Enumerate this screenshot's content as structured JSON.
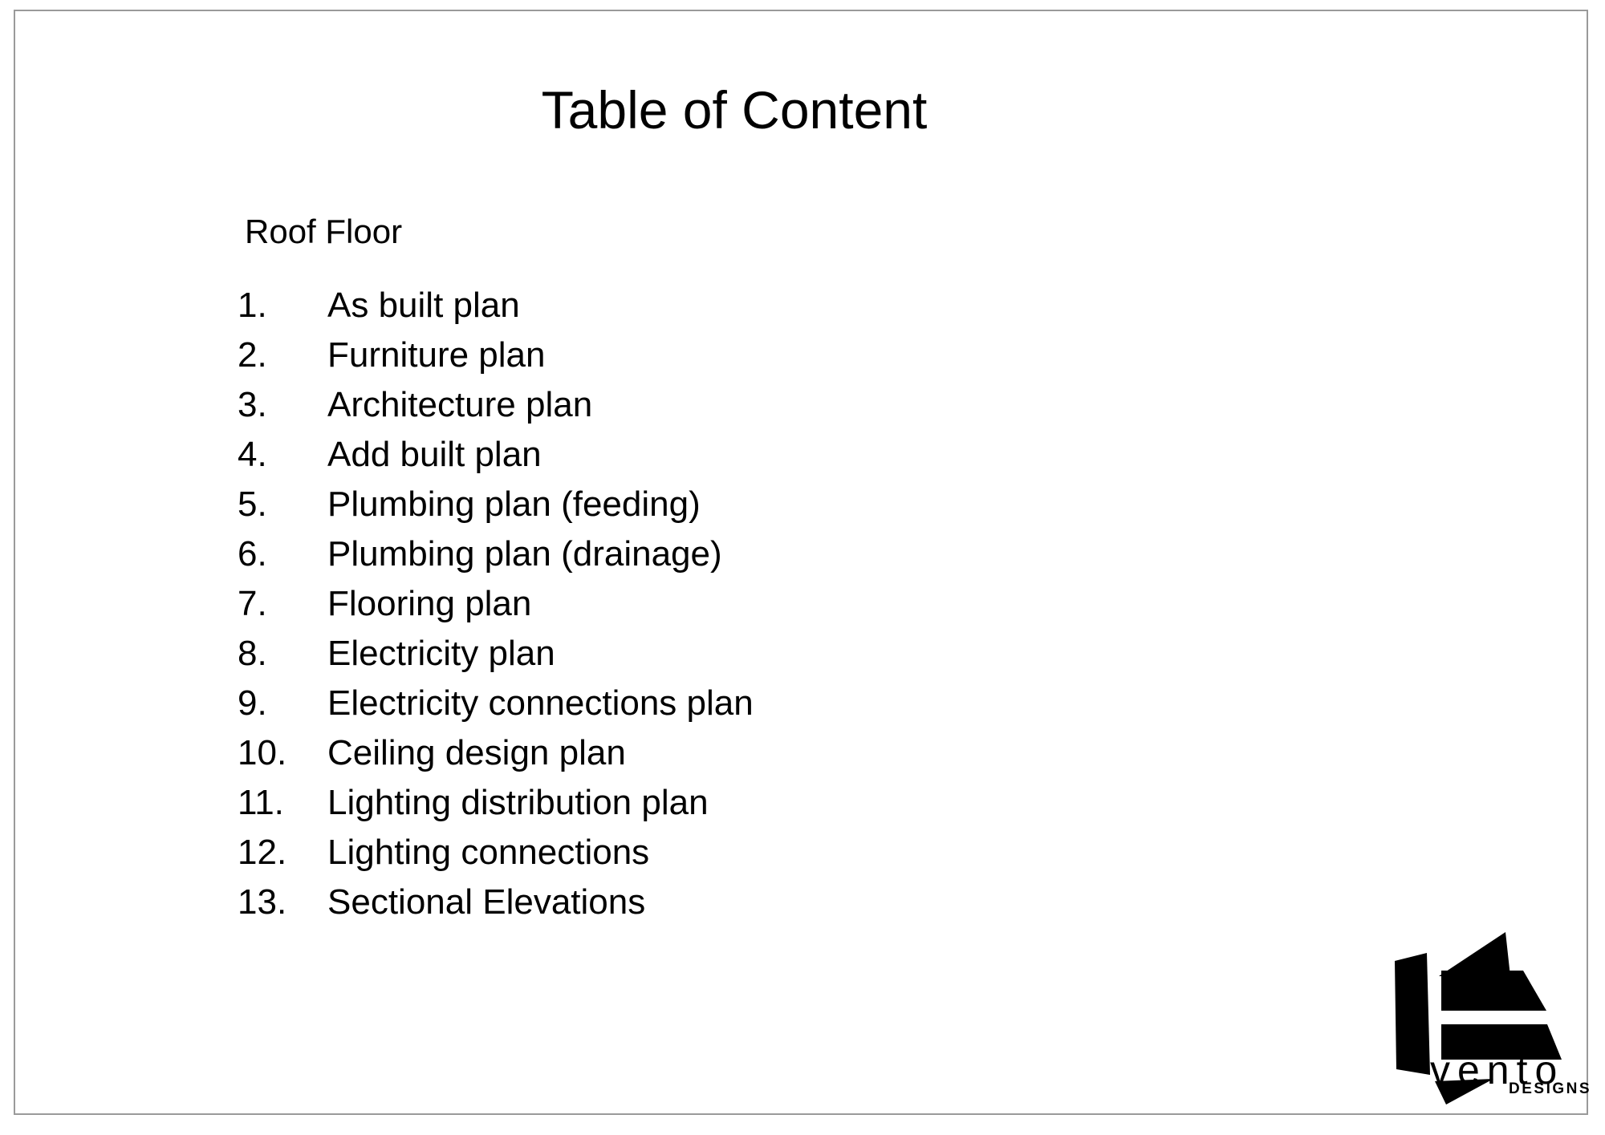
{
  "slide": {
    "title": "Table of Content",
    "section_heading": "Roof Floor",
    "background_color": "#ffffff",
    "text_color": "#000000",
    "border_color": "#9a9a9a"
  },
  "toc": {
    "items": [
      {
        "number": "1.",
        "label": "As built plan"
      },
      {
        "number": "2.",
        "label": "Furniture plan"
      },
      {
        "number": "3.",
        "label": "Architecture plan"
      },
      {
        "number": "4.",
        "label": "Add built plan"
      },
      {
        "number": "5.",
        "label": "Plumbing plan (feeding)"
      },
      {
        "number": "6.",
        "label": "Plumbing plan (drainage)"
      },
      {
        "number": "7.",
        "label": "Flooring plan"
      },
      {
        "number": "8.",
        "label": "Electricity plan"
      },
      {
        "number": "9.",
        "label": "Electricity connections plan"
      },
      {
        "number": "10.",
        "label": "Ceiling design plan"
      },
      {
        "number": "11.",
        "label": "Lighting distribution plan"
      },
      {
        "number": "12.",
        "label": "Lighting connections"
      },
      {
        "number": "13.",
        "label": "Sectional Elevations"
      }
    ]
  },
  "logo": {
    "wordmark": "vento",
    "tagline": "DESIGNS",
    "mark_color": "#000000"
  }
}
